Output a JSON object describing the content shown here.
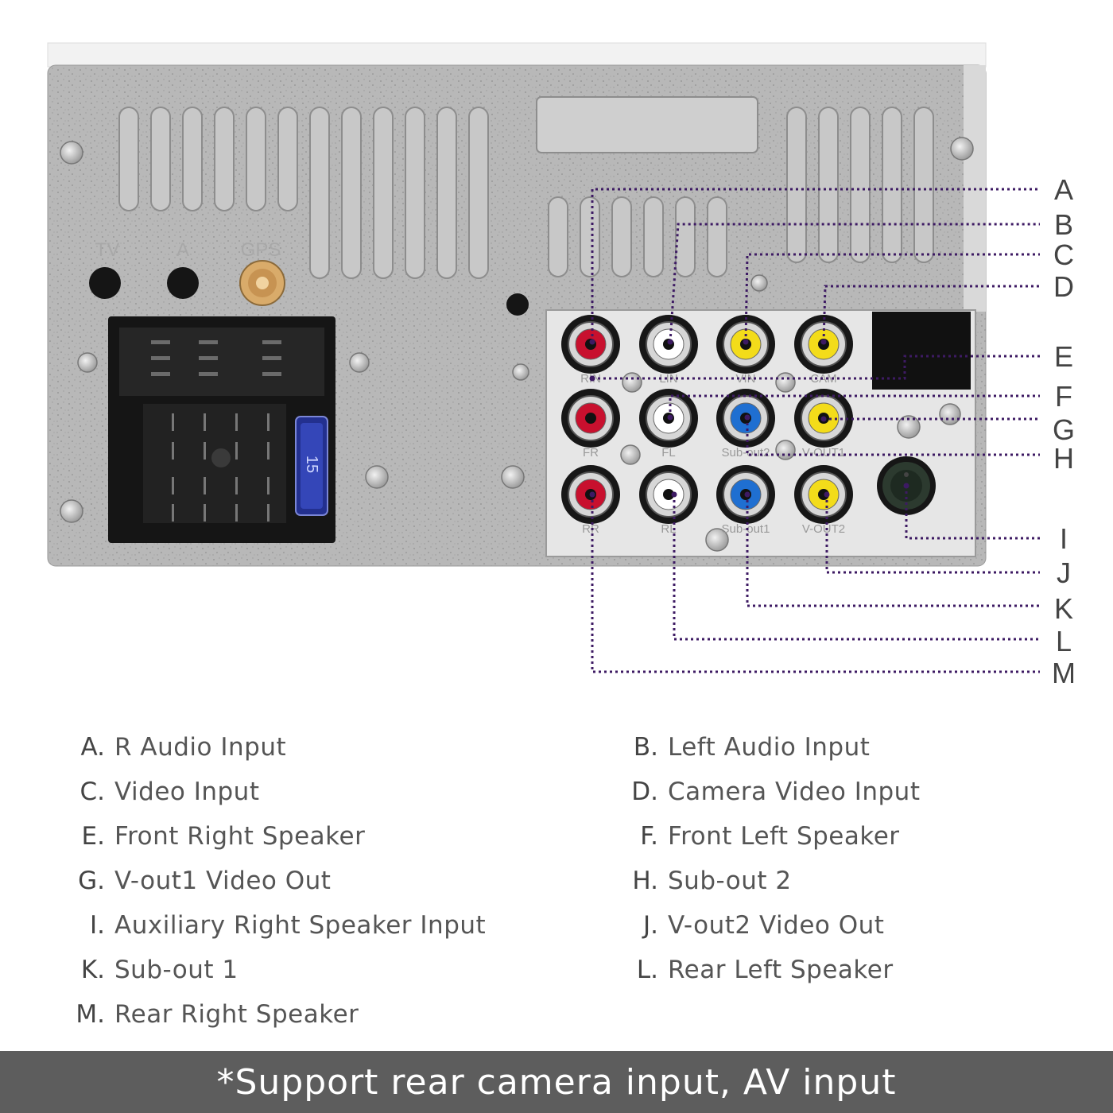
{
  "unit": {
    "top_labels": [
      "TV",
      "A",
      "GPS"
    ],
    "fuse_label": "15",
    "jacks": [
      {
        "id": "rin",
        "label": "RIN",
        "color": "#c8102e"
      },
      {
        "id": "lin",
        "label": "LIN",
        "color": "#ffffff"
      },
      {
        "id": "vin",
        "label": "VIN",
        "color": "#f3dc1a"
      },
      {
        "id": "cam",
        "label": "CAM",
        "color": "#f3dc1a"
      },
      {
        "id": "fr",
        "label": "FR",
        "color": "#c8102e"
      },
      {
        "id": "fl",
        "label": "FL",
        "color": "#ffffff"
      },
      {
        "id": "sub2",
        "label": "Sub-out2",
        "color": "#1f6fd1"
      },
      {
        "id": "vout1",
        "label": "V-OUT1",
        "color": "#f3dc1a"
      },
      {
        "id": "rr",
        "label": "RR",
        "color": "#c8102e"
      },
      {
        "id": "rl",
        "label": "RL",
        "color": "#ffffff"
      },
      {
        "id": "sub1",
        "label": "Sub-out1",
        "color": "#1f6fd1"
      },
      {
        "id": "vout2",
        "label": "V-OUT2",
        "color": "#f3dc1a"
      }
    ]
  },
  "leader_color": "#3d1a63",
  "callout_letters": [
    "A",
    "B",
    "C",
    "D",
    "E",
    "F",
    "G",
    "H",
    "I",
    "J",
    "K",
    "L",
    "M"
  ],
  "legend": [
    {
      "letter": "A.",
      "text": "R Audio Input"
    },
    {
      "letter": "B.",
      "text": "Left Audio Input"
    },
    {
      "letter": "C.",
      "text": "Video Input"
    },
    {
      "letter": "D.",
      "text": "Camera Video Input"
    },
    {
      "letter": "E.",
      "text": "Front Right Speaker"
    },
    {
      "letter": "F.",
      "text": "Front Left Speaker"
    },
    {
      "letter": "G.",
      "text": "V-out1 Video Out"
    },
    {
      "letter": "H.",
      "text": "Sub-out 2"
    },
    {
      "letter": "I.",
      "text": "Auxiliary Right Speaker Input"
    },
    {
      "letter": "J.",
      "text": "V-out2 Video Out"
    },
    {
      "letter": "K.",
      "text": "Sub-out 1"
    },
    {
      "letter": "L.",
      "text": "Rear Left Speaker"
    },
    {
      "letter": "M.",
      "text": "Rear Right Speaker"
    }
  ],
  "footer_note": "*Support rear camera input, AV input"
}
